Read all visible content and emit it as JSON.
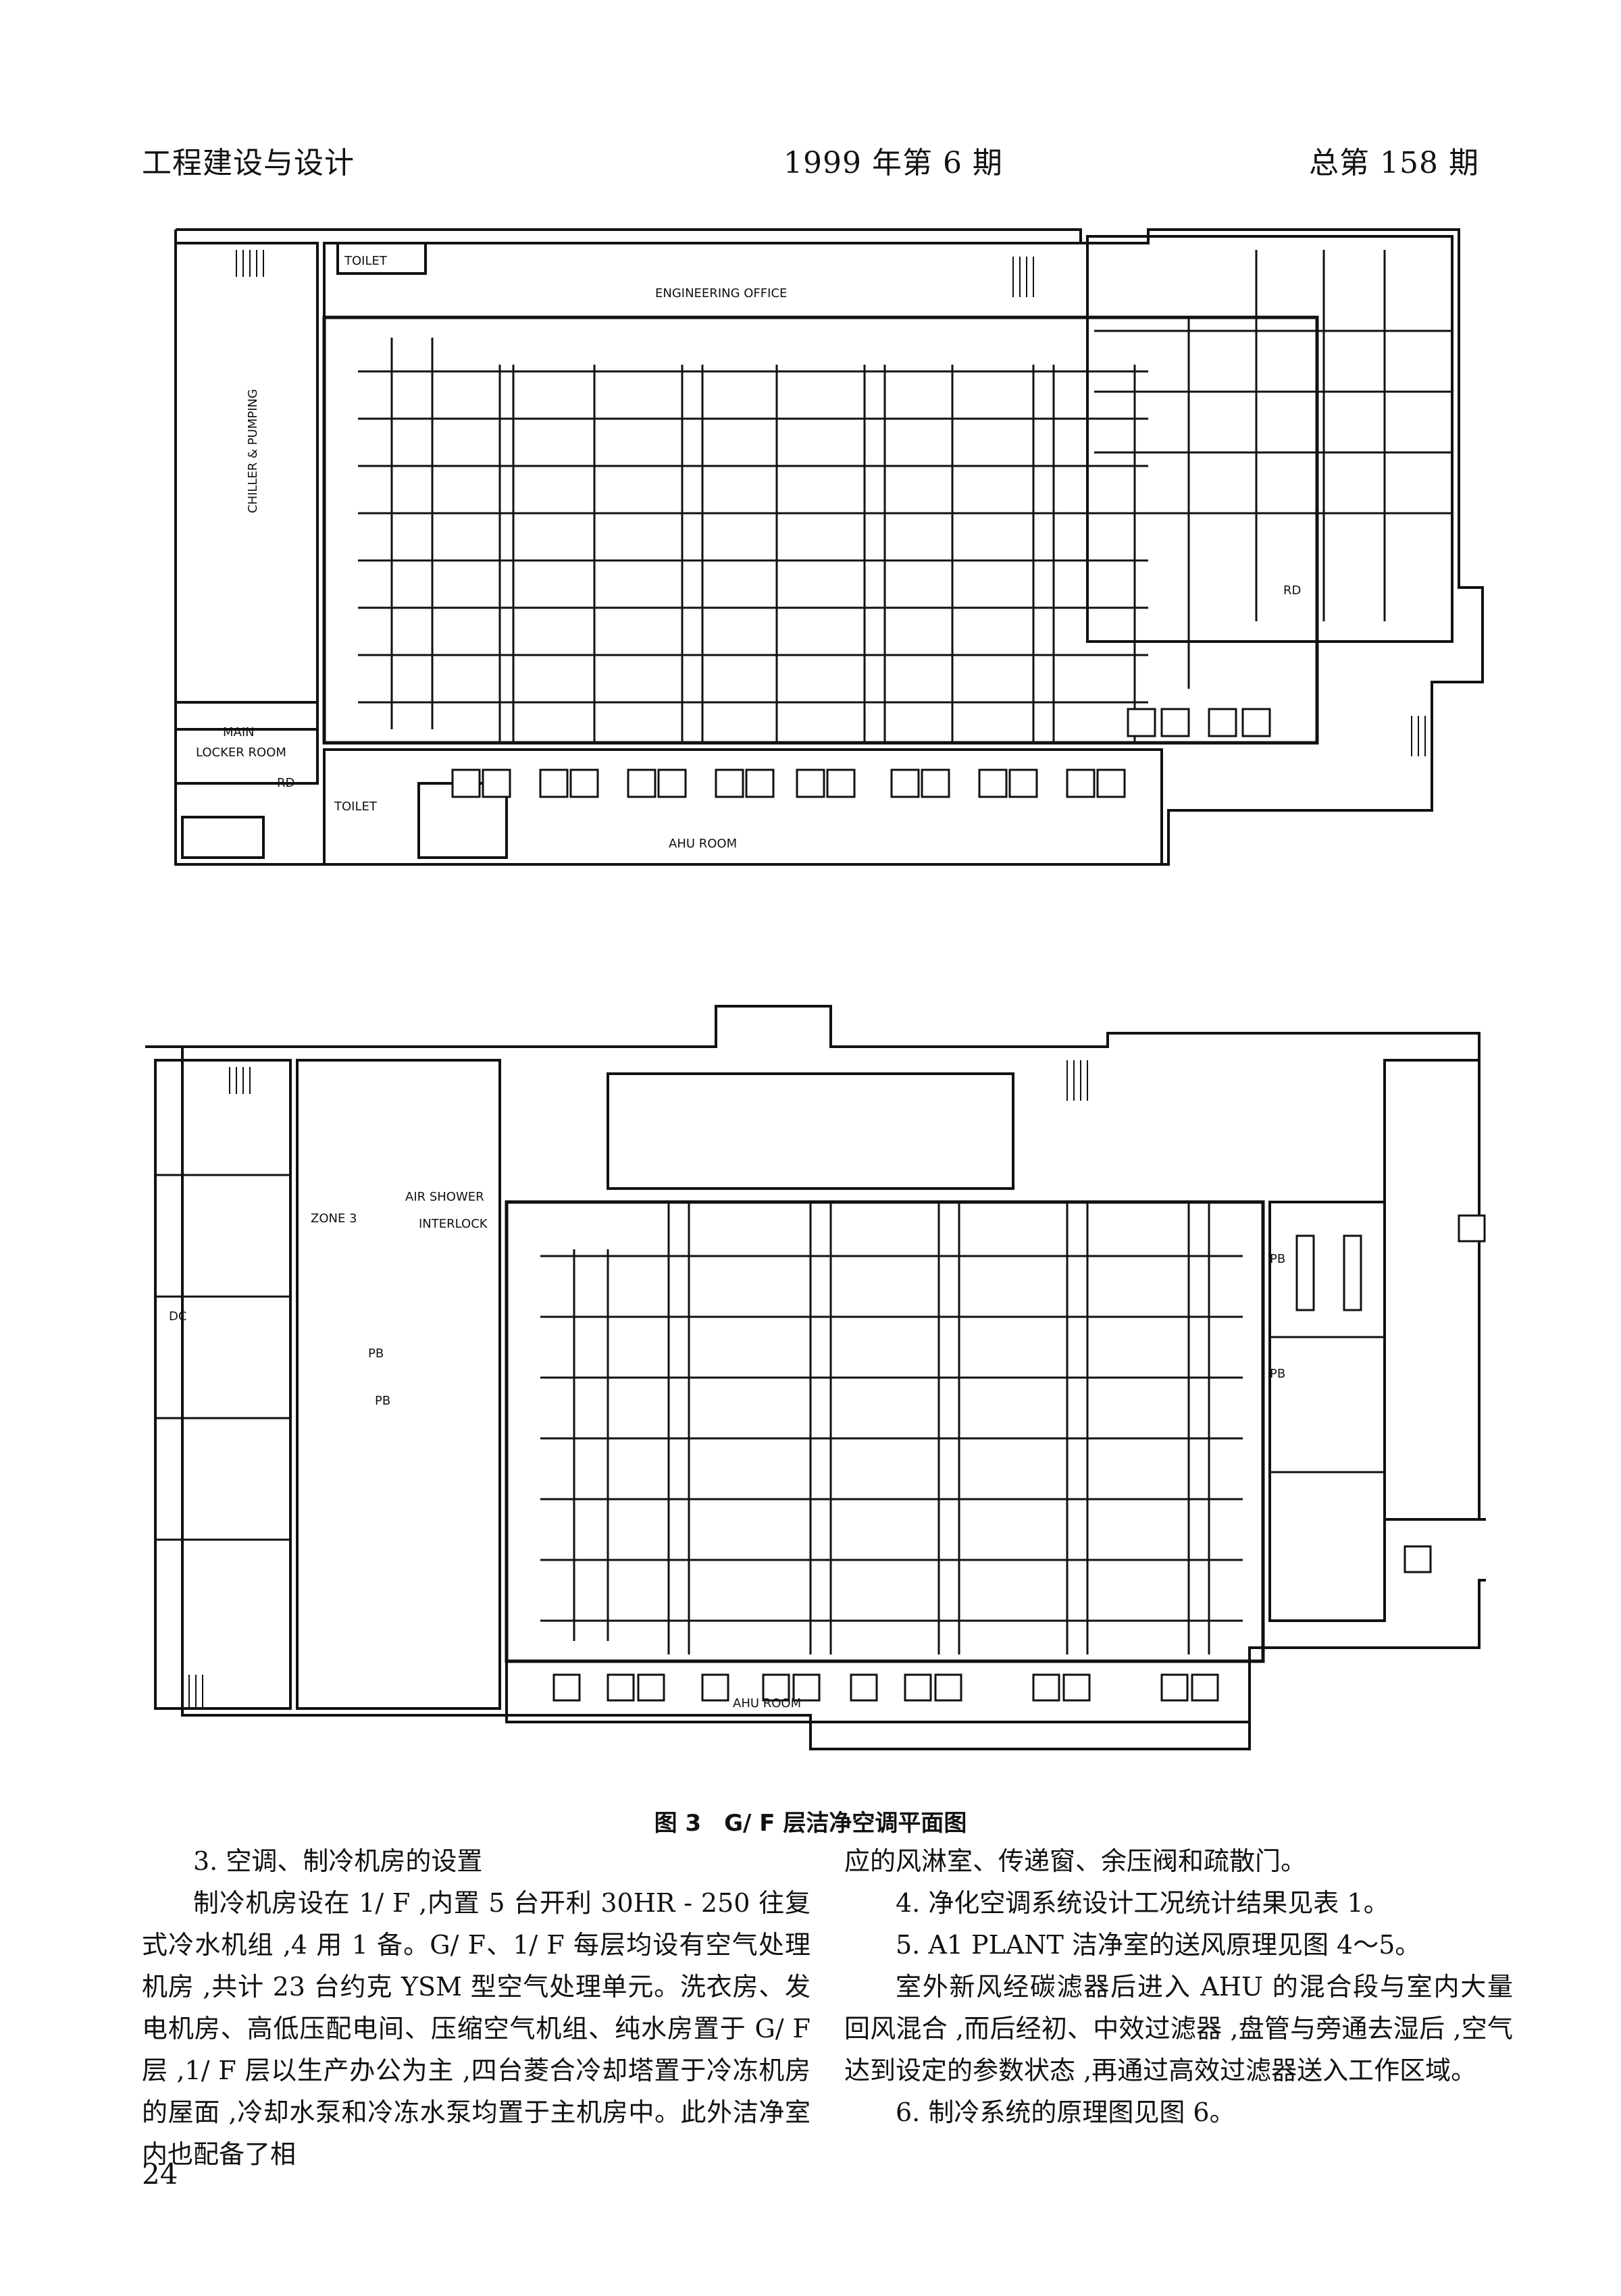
{
  "header": {
    "left": "工程建设与设计",
    "center": "1999 年第 6 期",
    "right": "总第 158 期"
  },
  "plan_top": {
    "labels": {
      "toilet_top": "TOILET",
      "engineering_office": "ENGINEERING OFFICE",
      "chiller_pumping": "CHILLER & PUMPING",
      "main_locker_1": "MAIN",
      "main_locker_2": "LOCKER ROOM",
      "rd_1": "RD",
      "rd_2": "RD",
      "toilet_bottom": "TOILET",
      "ahu_room": "AHU ROOM"
    }
  },
  "plan_bottom": {
    "labels": {
      "zone3": "ZONE 3",
      "air_shower": "AIR SHOWER",
      "interlock": "INTERLOCK",
      "dc": "DC",
      "pb_1": "PB",
      "pb_2": "PB",
      "pb_3": "PB",
      "pb_4": "PB",
      "ahu_room": "AHU ROOM"
    }
  },
  "caption": "图 3　G/ F 层洁净空调平面图",
  "body": {
    "left": [
      "3. 空调、制冷机房的设置",
      "制冷机房设在 1/ F ,内置 5 台开利 30HR - 250 往复式冷水机组 ,4 用 1 备。G/ F、1/ F 每层均设有空气处理机房 ,共计 23 台约克 YSM 型空气处理单元。洗衣房、发电机房、高低压配电间、压缩空气机组、纯水房置于 G/ F 层 ,1/ F 层以生产办公为主 ,四台菱合冷却塔置于冷冻机房的屋面 ,冷却水泵和冷冻水泵均置于主机房中。此外洁净室内也配备了相"
    ],
    "right": [
      "应的风淋室、传递窗、余压阀和疏散门。",
      "4. 净化空调系统设计工况统计结果见表 1。",
      "5. A1 PLANT 洁净室的送风原理见图 4～5。",
      "室外新风经碳滤器后进入 AHU 的混合段与室内大量回风混合 ,而后经初、中效过滤器 ,盘管与旁通去湿后 ,空气达到设定的参数状态 ,再通过高效过滤器送入工作区域。",
      "6. 制冷系统的原理图见图 6。"
    ]
  },
  "page_number": "24"
}
